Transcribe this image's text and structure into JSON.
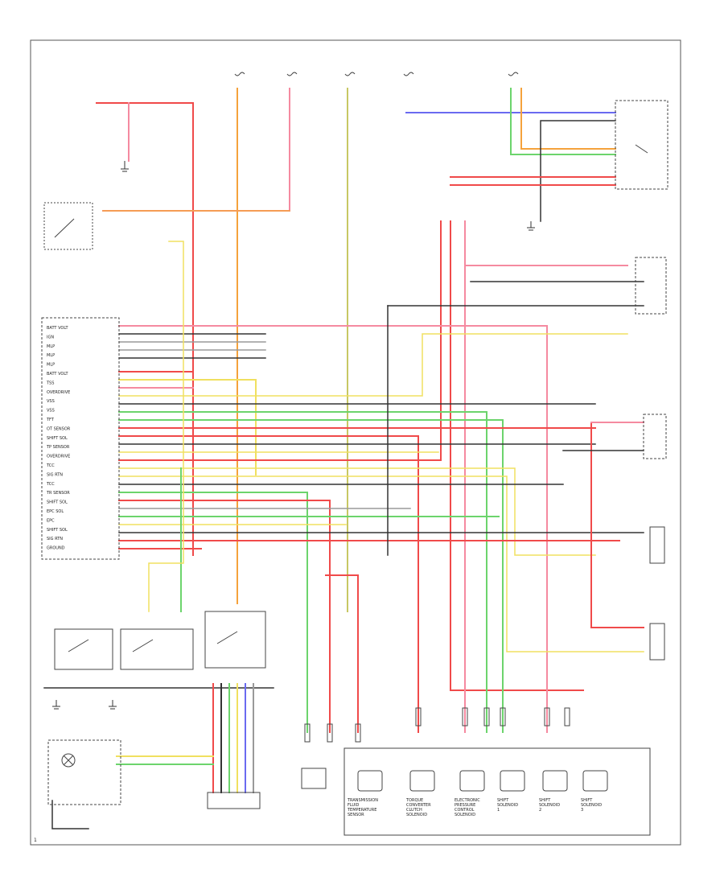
{
  "diagram": {
    "page_number": "1",
    "wire_colors": {
      "red": "#f04a4a",
      "pink": "#f58aa0",
      "orange": "#f5a23c",
      "yellow": "#f0e060",
      "green": "#6cd46c",
      "blue": "#6a6af0",
      "black": "#333333",
      "gray": "#9a9a9a",
      "olive": "#c8c864"
    },
    "pcm_pins": [
      "BATT VOLT",
      "IGN",
      "MLP",
      "MLP",
      "MLP",
      "BATT VOLT",
      "TSS",
      "OVERDRIVE",
      "VSS",
      "VSS",
      "TFT",
      "OT SENSOR",
      "SHIFT SOL",
      "TP SENSOR",
      "OVERDRIVE",
      "TCC",
      "SIG RTN",
      "TCC",
      "TR SENSOR",
      "SHIFT SOL",
      "EPC SOL",
      "EPC",
      "SHIFT SOL",
      "SIG RTN",
      "GROUND"
    ],
    "bottom_components": [
      "TRANSMISSION FLUID TEMPERATURE SENSOR",
      "TORQUE CONVERTER CLUTCH SOLENOID",
      "ELECTRONIC PRESSURE CONTROL SOLENOID",
      "SHIFT SOLENOID 1",
      "SHIFT SOLENOID 2",
      "SHIFT SOLENOID 3"
    ]
  }
}
